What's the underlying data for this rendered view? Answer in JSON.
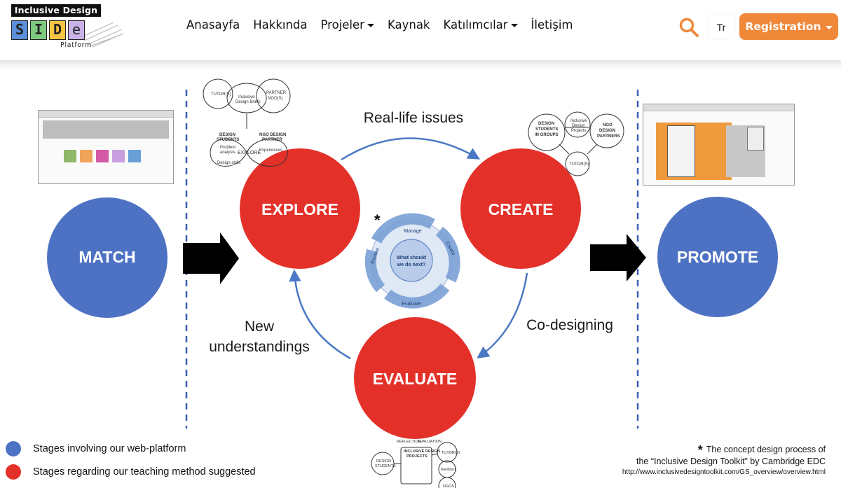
{
  "logo": {
    "top_text": "Inclusive Design",
    "letters": [
      "S",
      "I",
      "D",
      "e"
    ],
    "letter_colors": [
      "#5b8fd9",
      "#7fc97f",
      "#f4c542",
      "#c9b3e6"
    ],
    "sub_text": "Platform"
  },
  "nav": {
    "items": [
      {
        "label": "Anasayfa",
        "dropdown": false
      },
      {
        "label": "Hakkında",
        "dropdown": false
      },
      {
        "label": "Projeler",
        "dropdown": true
      },
      {
        "label": "Kaynak",
        "dropdown": false
      },
      {
        "label": "Katılımcılar",
        "dropdown": true
      },
      {
        "label": "İletişim",
        "dropdown": false
      }
    ],
    "search_icon": "search-icon",
    "language": "Tr",
    "register": "Registration",
    "accent_color": "#f0883a"
  },
  "diagram": {
    "stages": {
      "match": "MATCH",
      "explore": "EXPLORE",
      "create": "CREATE",
      "evaluate": "EVALUATE",
      "promote": "PROMOTE"
    },
    "arrow_labels": {
      "real_life": "Real-life issues",
      "co_designing": "Co-designing",
      "new_understandings": "New understandings"
    },
    "colors": {
      "web_platform": "#4e72c3",
      "teaching_method": "#e3312a",
      "arrow": "#4a78c4"
    },
    "mini_cycle": {
      "center": "What should we do next?",
      "phases": [
        "Manage",
        "Explore",
        "Create",
        "Evaluate"
      ]
    }
  },
  "legend": [
    {
      "text": "Stages involving our web-platform",
      "color": "#4e72c3"
    },
    {
      "text": "Stages regarding our teaching method suggested",
      "color": "#e3312a"
    }
  ],
  "note": {
    "line1": "The concept design process of",
    "line2": "the “Inclusive Design Toolkit” by Cambridge EDC",
    "url": "http://www.inclusivedesigntoolkit.com/GS_overview/overview.html"
  }
}
